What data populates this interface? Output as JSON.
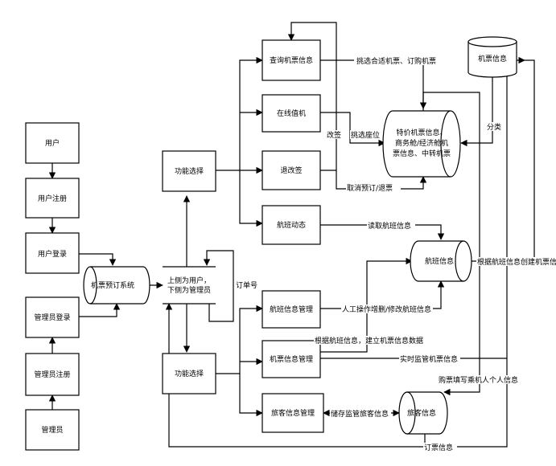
{
  "nodes": {
    "user": "用户",
    "user_register": "用户注册",
    "user_login": "用户登录",
    "admin_login": "管理员登录",
    "admin_register": "管理员注册",
    "admin": "管理员",
    "booking_system": "机票预订系统",
    "split_line1": "上侧为用户，",
    "split_line2": "下侧为管理员",
    "func_select_top": "功能选择",
    "func_select_bottom": "功能选择",
    "query_tickets": "查询机票信息",
    "online_checkin": "在线值机",
    "refund_change": "退改签",
    "flight_status": "航班动态",
    "flight_mgmt": "航班信息管理",
    "ticket_mgmt": "机票信息管理",
    "passenger_mgmt": "旅客信息管理",
    "db_tickets": "机票信息",
    "db_special_line1": "特价机票信息、",
    "db_special_line2": "商务舱/经济舱机",
    "db_special_line3": "票信息、中转机票",
    "db_flights": "航班信息",
    "db_passengers": "旅客信息"
  },
  "labels": {
    "select_order": "挑选合适机票、订购机票",
    "change": "改签",
    "choose_seat": "挑选座位",
    "cancel_refund": "取消预订/退票",
    "read_flight": "读取航班信息",
    "order_no": "订单号",
    "manual_edit": "人工操作增删/修改航班信息",
    "build_ticket_data": "根据航班信息，建立机票信息数据",
    "realtime_monitor": "实时监管机票信息",
    "store_passenger": "储存监管旅客信息",
    "classify": "分类",
    "create_by_flight": "根据航班信息创建机票信",
    "fill_passenger": "购票填写乘机人个人信息",
    "order_info": "订票信息"
  }
}
